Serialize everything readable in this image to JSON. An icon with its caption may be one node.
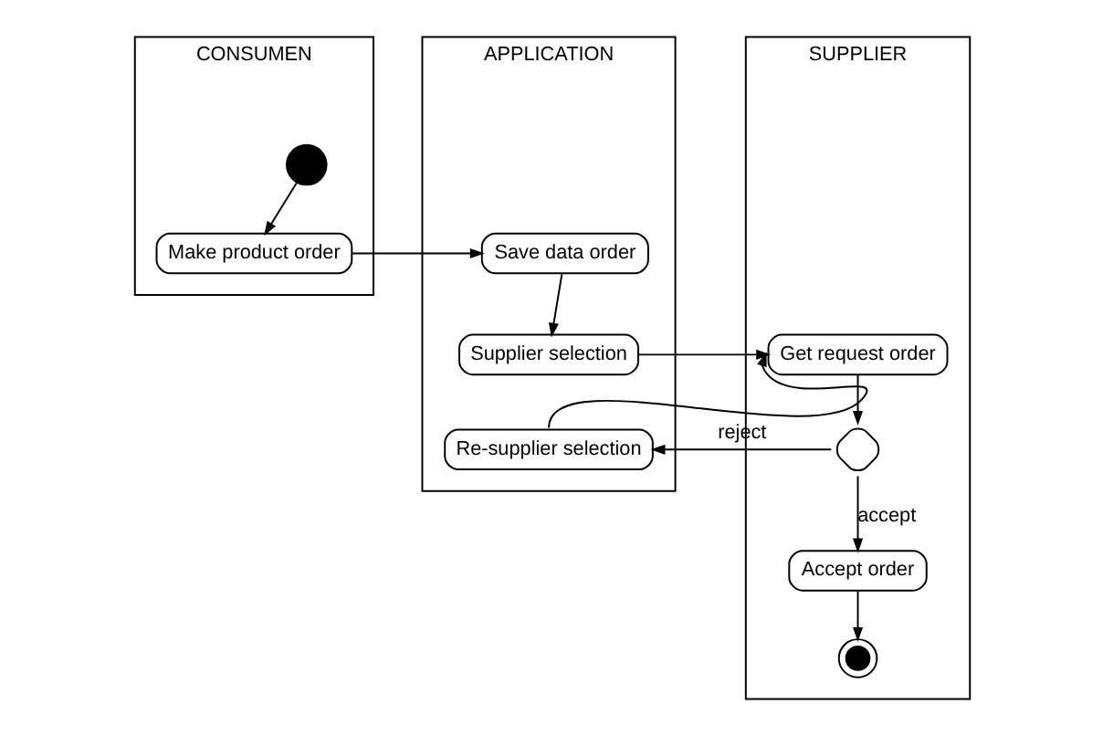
{
  "diagram": {
    "nodes": [
      {
        "text": [
          "CONSUMEN"
        ]
      },
      {
        "text": [
          "APPLICATION"
        ]
      },
      {
        "text": [
          "SUPPLIER"
        ]
      },
      {
        "text": [],
        "shape": "circle",
        "in": 0
      },
      {
        "text": [
          "Make product order"
        ],
        "in": 0
      },
      {
        "text": [
          "Save data order"
        ],
        "in": 1
      },
      {
        "text": [
          "Supplier selection"
        ],
        "in": 1
      },
      {
        "text": [
          "Re-supplier selection"
        ],
        "in": 1
      },
      {
        "text": [
          "Get request order"
        ],
        "in": 2
      },
      {
        "text": [],
        "shape": "diamond",
        "in": 2
      },
      {
        "text": [
          "Accept order"
        ],
        "in": 2
      },
      {
        "text": [],
        "shape": "circle",
        "in": 2
      }
    ],
    "edges": [
      {
        "from": 3,
        "to": 4,
        "arrow": "to"
      },
      {
        "from": 4,
        "to": 5,
        "arrow": "to"
      },
      {
        "from": 5,
        "to": 6,
        "arrow": "to"
      },
      {
        "from": 6,
        "to": 8,
        "arrow": "to"
      },
      {
        "from": 7,
        "to": 8,
        "arrow": "to"
      },
      {
        "from": 8,
        "to": 9,
        "arrow": "to"
      },
      {
        "from": 9,
        "to": 7,
        "arrow": "to",
        "label": "reject"
      },
      {
        "from": 9,
        "to": 10,
        "arrow": "to",
        "label": "accept"
      },
      {
        "from": 10,
        "to": 11,
        "arrow": "to"
      }
    ]
  }
}
